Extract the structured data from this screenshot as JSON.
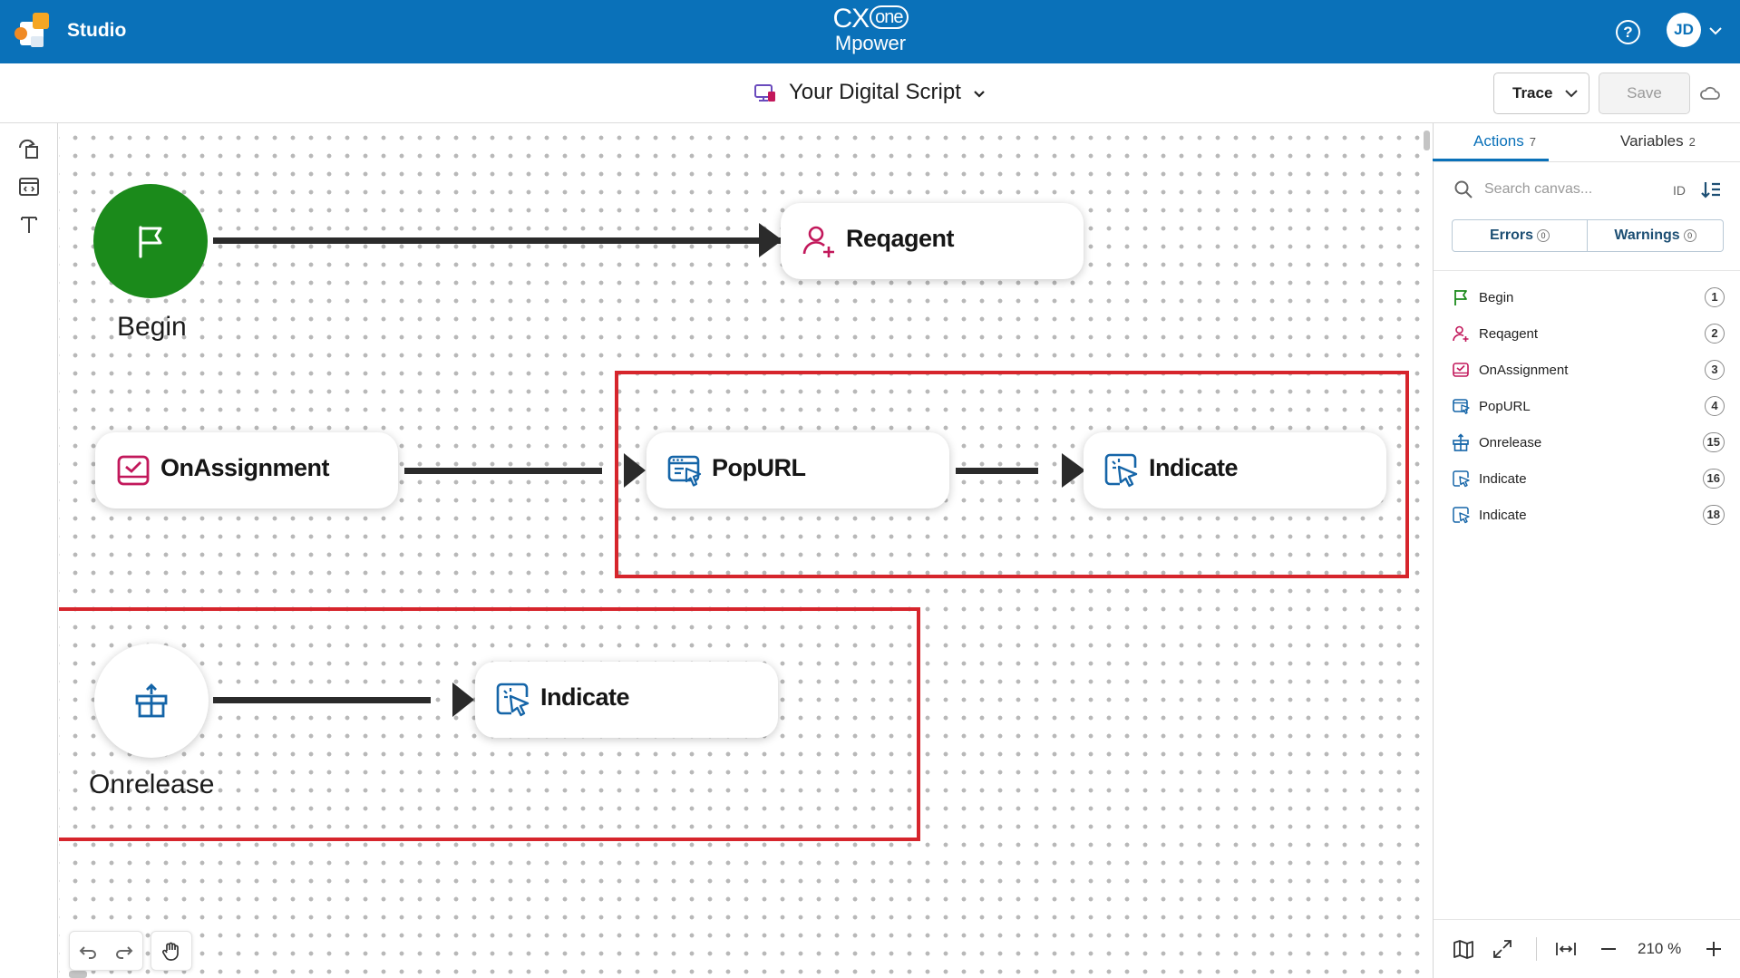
{
  "app": {
    "title": "Studio",
    "brand_line1": "CX",
    "brand_badge": "one",
    "brand_line2": "Mpower",
    "help_glyph": "?",
    "user_initials": "JD"
  },
  "script": {
    "title": "Your Digital Script"
  },
  "toolbar": {
    "trace_label": "Trace",
    "save_label": "Save"
  },
  "canvas": {
    "nodes": [
      {
        "id": "begin",
        "label": "Begin",
        "icon": "flag-icon"
      },
      {
        "id": "reqagent",
        "label": "Reqagent",
        "icon": "user-plus-icon"
      },
      {
        "id": "onassignment",
        "label": "OnAssignment",
        "icon": "assignment-check-icon"
      },
      {
        "id": "popurl",
        "label": "PopURL",
        "icon": "browser-pointer-icon"
      },
      {
        "id": "indicate-top",
        "label": "Indicate",
        "icon": "cursor-click-icon"
      },
      {
        "id": "onrelease",
        "label": "Onrelease",
        "icon": "gift-icon"
      },
      {
        "id": "indicate-bottom",
        "label": "Indicate",
        "icon": "cursor-click-icon"
      }
    ],
    "highlight_color": "#d6252c",
    "start_color": "#1b8a1b"
  },
  "panel": {
    "tabs": [
      {
        "label": "Actions",
        "count": "7"
      },
      {
        "label": "Variables",
        "count": "2"
      }
    ],
    "search_placeholder": "Search canvas...",
    "id_label": "ID",
    "errors_label": "Errors",
    "errors_count": "0",
    "warnings_label": "Warnings",
    "warnings_count": "0",
    "actions": [
      {
        "label": "Begin",
        "id": "1",
        "icon": "flag-icon"
      },
      {
        "label": "Reqagent",
        "id": "2",
        "icon": "user-plus-icon"
      },
      {
        "label": "OnAssignment",
        "id": "3",
        "icon": "assignment-check-icon"
      },
      {
        "label": "PopURL",
        "id": "4",
        "icon": "browser-pointer-icon"
      },
      {
        "label": "Onrelease",
        "id": "15",
        "icon": "gift-icon"
      },
      {
        "label": "Indicate",
        "id": "16",
        "icon": "cursor-click-icon"
      },
      {
        "label": "Indicate",
        "id": "18",
        "icon": "cursor-click-icon"
      }
    ],
    "zoom_level": "210 %"
  },
  "colors": {
    "accent": "#0a71b9",
    "reqagent_icon": "#c2185b",
    "onassignment_icon": "#c2185b",
    "action_icon_blue": "#1565a8"
  }
}
